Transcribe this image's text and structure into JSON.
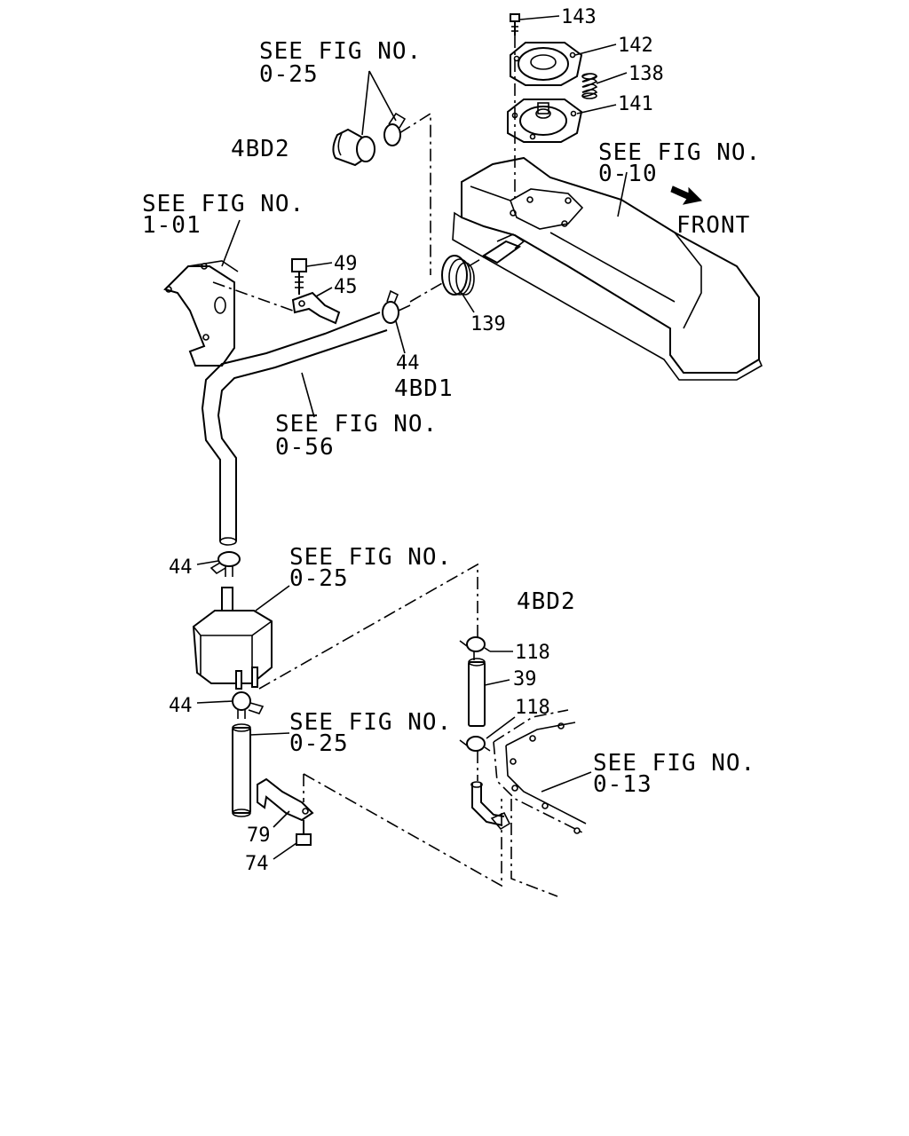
{
  "diagram": {
    "refs": {
      "ref_0_25_top": {
        "line1": "SEE FIG NO.",
        "line2": "0-25"
      },
      "ref_1_01": {
        "line1": "SEE FIG NO.",
        "line2": "1-01"
      },
      "ref_0_10": {
        "line1": "SEE FIG NO.",
        "line2": "0-10"
      },
      "ref_0_56": {
        "line1": "SEE FIG NO.",
        "line2": "0-56"
      },
      "ref_0_25_mid": {
        "line1": "SEE FIG NO.",
        "line2": "0-25"
      },
      "ref_0_25_low": {
        "line1": "SEE FIG NO.",
        "line2": "0-25"
      },
      "ref_0_13": {
        "line1": "SEE FIG NO.",
        "line2": "0-13"
      }
    },
    "engine_labels": {
      "top_4bd2": "4BD2",
      "mid_4bd1": "4BD1",
      "right_4bd2": "4BD2"
    },
    "front_label": "FRONT",
    "part_numbers": {
      "p143": "143",
      "p142": "142",
      "p138": "138",
      "p141": "141",
      "p49": "49",
      "p45": "45",
      "p44_top": "44",
      "p139": "139",
      "p44_mid": "44",
      "p44_low": "44",
      "p118_top": "118",
      "p39": "39",
      "p118_low": "118",
      "p79": "79",
      "p74": "74"
    }
  }
}
